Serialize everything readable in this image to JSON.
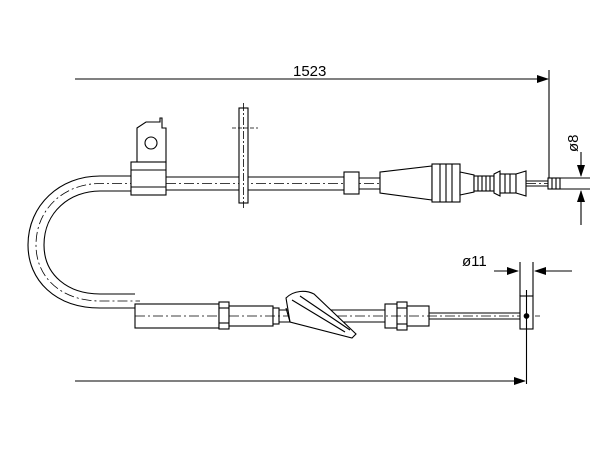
{
  "dimensions": {
    "overall_length": "1523",
    "end_fitting_diameter": "ø8",
    "end_diameter": "ø11"
  },
  "colors": {
    "line": "#000000",
    "background": "#ffffff"
  }
}
